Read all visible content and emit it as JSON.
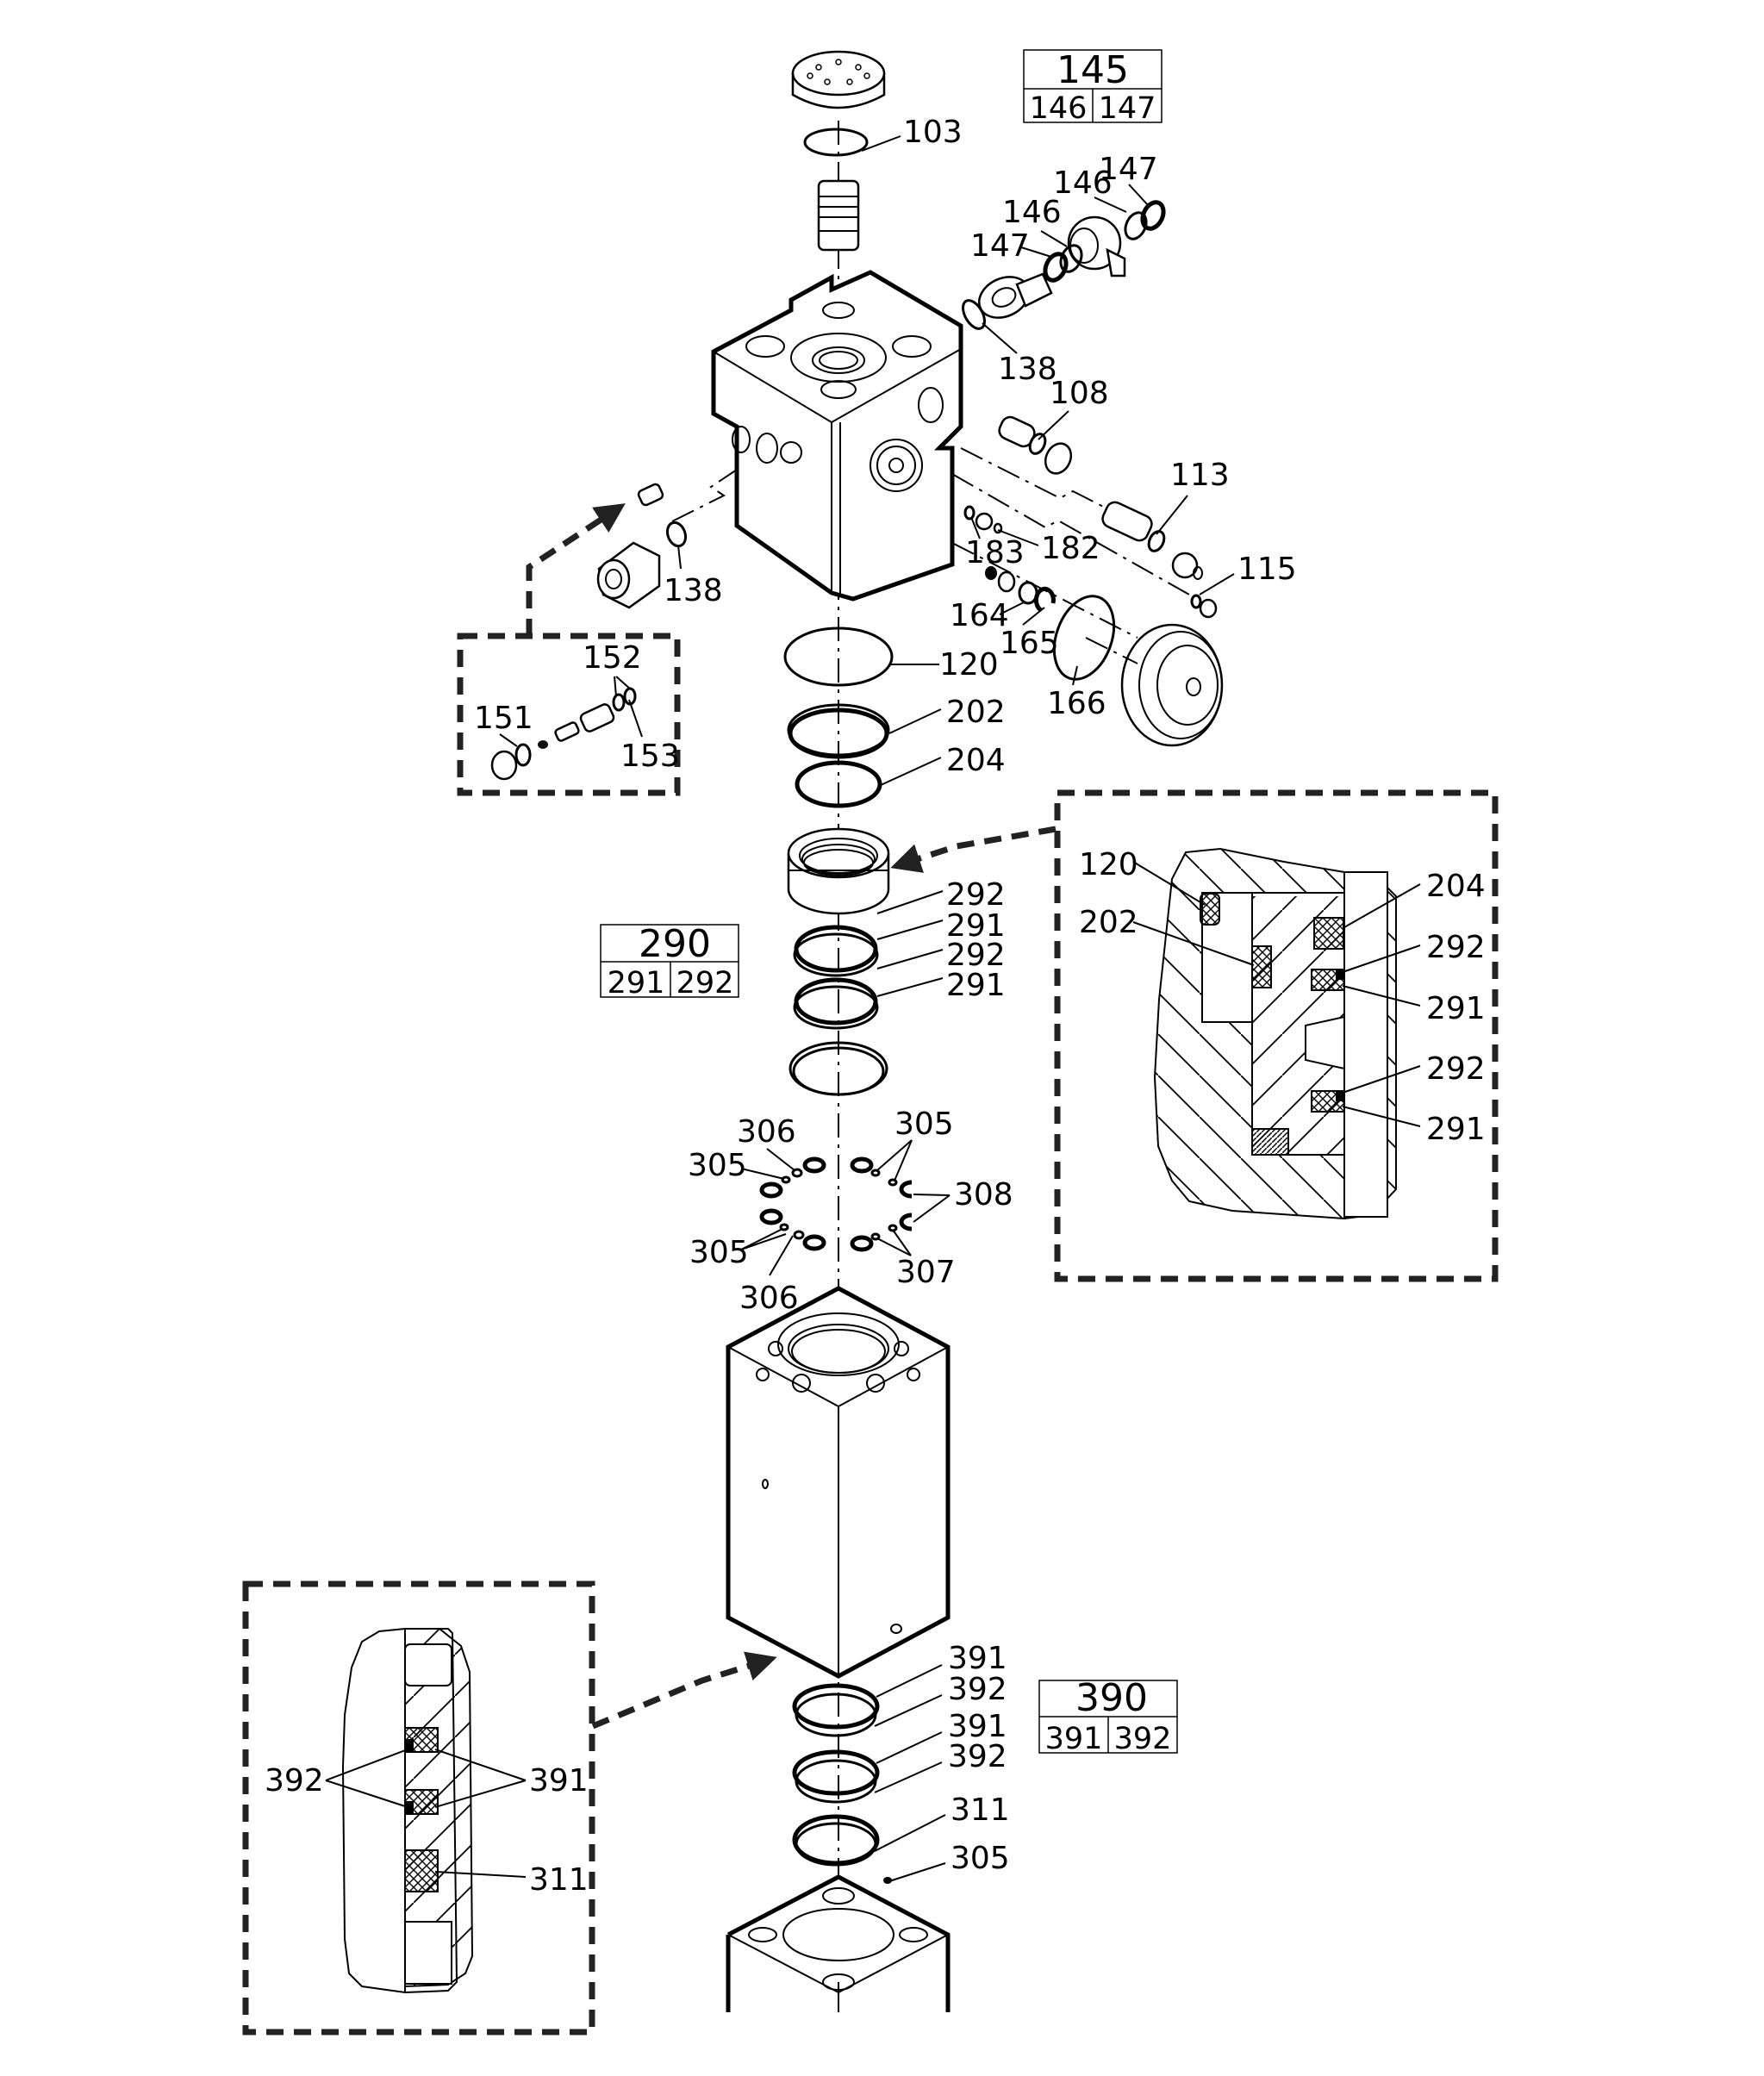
{
  "title": "Exploded parts diagram — hydraulic valve block assembly",
  "kit_tables": [
    {
      "id": "kit-145",
      "header": "145",
      "cells": [
        "146",
        "147"
      ]
    },
    {
      "id": "kit-290",
      "header": "290",
      "cells": [
        "291",
        "292"
      ]
    },
    {
      "id": "kit-390",
      "header": "390",
      "cells": [
        "391",
        "392"
      ]
    }
  ],
  "callouts": {
    "top_cap_oring": "103",
    "elbow_146_a": "146",
    "elbow_147_a": "147",
    "elbow_146_b": "146",
    "elbow_147_b": "147",
    "flange_oring": "138",
    "left_oring": "138",
    "plug_108": "108",
    "cartridge_113": "113",
    "plug_115": "115",
    "check_183": "183",
    "check_182": "182",
    "ring_164": "164",
    "ring_165": "165",
    "cover_oring_166": "166",
    "stack_120": "120",
    "stack_202": "202",
    "stack_204": "204",
    "stack_292_a": "292",
    "stack_291_a": "291",
    "stack_292_b": "292",
    "stack_291_b": "291",
    "small_306_a": "306",
    "small_305_a": "305",
    "small_305_b": "305",
    "small_306_b": "306",
    "small_305_c": "305",
    "small_308": "308",
    "small_307": "307",
    "bottom_391_a": "391",
    "bottom_392_a": "392",
    "bottom_391_b": "391",
    "bottom_392_b": "392",
    "bottom_311": "311",
    "bottom_305": "305"
  },
  "inset_valve": {
    "labels": {
      "a": "152",
      "b": "151",
      "c": "153"
    }
  },
  "inset_seal_upper": {
    "labels": {
      "l120": "120",
      "l202": "202",
      "l204": "204",
      "l292a": "292",
      "l291a": "291",
      "l292b": "292",
      "l291b": "291"
    }
  },
  "inset_seal_lower": {
    "labels": {
      "l392": "392",
      "l391": "391",
      "l311": "311"
    }
  }
}
